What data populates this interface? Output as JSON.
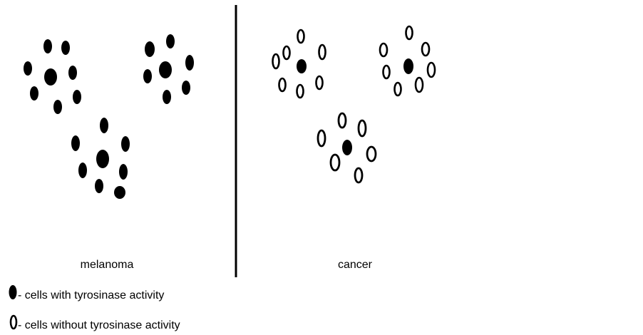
{
  "panels": {
    "left_label": "melanoma",
    "right_label": "cancer"
  },
  "legend": {
    "active": {
      "marker_icon": "filled-oval-icon",
      "text": "- cells with tyrosinase activity"
    },
    "inactive": {
      "marker_icon": "hollow-oval-icon",
      "text": "- cells without tyrosinase activity"
    }
  },
  "colors": {
    "ink": "#000000",
    "background": "#ffffff"
  }
}
